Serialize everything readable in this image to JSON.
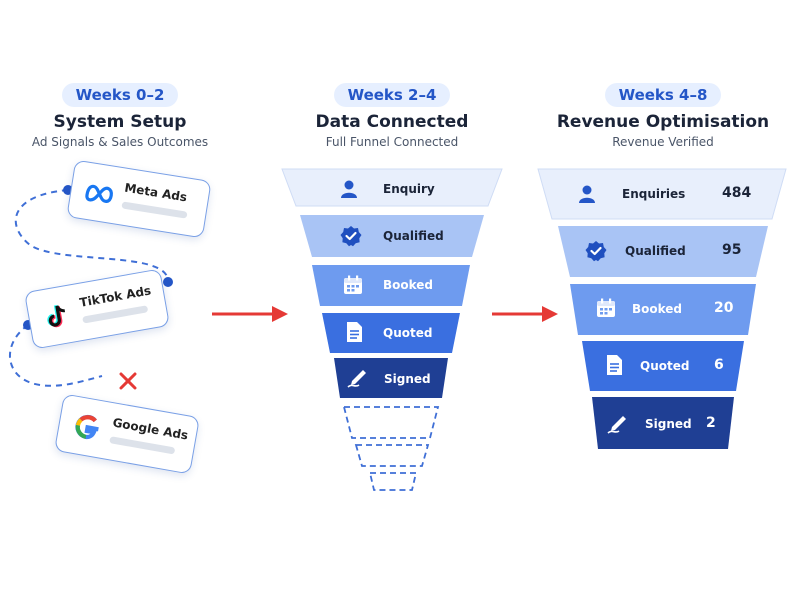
{
  "stages": [
    {
      "weeks": "Weeks 0–2",
      "title": "System Setup",
      "subtitle": "Ad Signals & Sales Outcomes"
    },
    {
      "weeks": "Weeks 2–4",
      "title": "Data Connected",
      "subtitle": "Full Funnel Connected"
    },
    {
      "weeks": "Weeks 4–8",
      "title": "Revenue Optimisation",
      "subtitle": "Revenue Verified"
    }
  ],
  "ad_sources": [
    {
      "name": "Meta Ads",
      "icon": "meta-logo-icon"
    },
    {
      "name": "TikTok Ads",
      "icon": "tiktok-logo-icon"
    },
    {
      "name": "Google Ads",
      "icon": "google-logo-icon",
      "status_icon": "cross-icon"
    }
  ],
  "funnel_mid": [
    {
      "label": "Enquiry",
      "icon": "user-icon"
    },
    {
      "label": "Qualified",
      "icon": "badge-check-icon"
    },
    {
      "label": "Booked",
      "icon": "calendar-icon"
    },
    {
      "label": "Quoted",
      "icon": "document-icon"
    },
    {
      "label": "Signed",
      "icon": "signature-pen-icon"
    }
  ],
  "funnel_right": [
    {
      "label": "Enquiries",
      "value": "484",
      "icon": "user-icon"
    },
    {
      "label": "Qualified",
      "value": "95",
      "icon": "badge-check-icon"
    },
    {
      "label": "Booked",
      "value": "20",
      "icon": "calendar-icon"
    },
    {
      "label": "Quoted",
      "value": "6",
      "icon": "document-icon"
    },
    {
      "label": "Signed",
      "value": "2",
      "icon": "signature-pen-icon"
    }
  ],
  "colors": {
    "accent": "#2456c7",
    "arrow": "#e53935",
    "tier1": "#e8effc",
    "tier2": "#a9c4f5",
    "tier3": "#6e9bef",
    "tier4": "#3a6fe0",
    "tier5": "#1f3f94"
  }
}
